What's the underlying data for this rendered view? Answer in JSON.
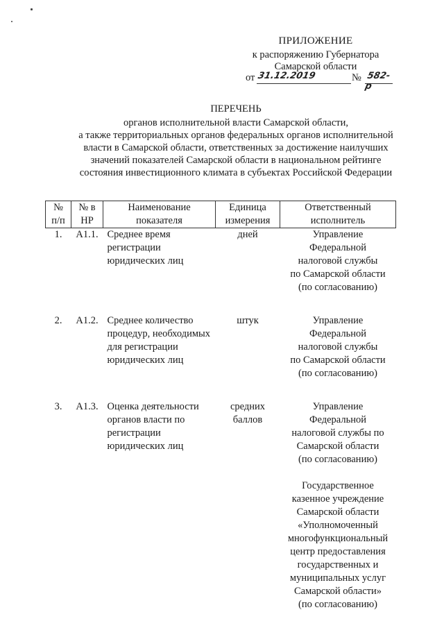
{
  "appendix": {
    "title": "ПРИЛОЖЕНИЕ",
    "line1": "к распоряжению Губернатора",
    "line2": "Самарской области",
    "from_label": "от",
    "date": "31.12.2019",
    "number_label": "№",
    "number": "582-р"
  },
  "heading": {
    "title": "ПЕРЕЧЕНЬ",
    "lines": [
      "органов исполнительной власти Самарской области,",
      "а также территориальных органов федеральных органов исполнительной",
      "власти в Самарской области, ответственных за достижение наилучших",
      "значений показателей Самарской области в национальном рейтинге",
      "состояния инвестиционного климата в субъектах Российской Федерации"
    ]
  },
  "table": {
    "headers": {
      "num": [
        "№",
        "п/п"
      ],
      "code": [
        "№ в",
        "НР"
      ],
      "name": [
        "Наименование",
        "показателя"
      ],
      "unit": [
        "Единица",
        "измерения"
      ],
      "executor": [
        "Ответственный",
        "исполнитель"
      ]
    },
    "rows": [
      {
        "num": "1.",
        "code": "А1.1.",
        "name": [
          "Среднее время",
          "регистрации",
          "юридических лиц"
        ],
        "unit": [
          "дней"
        ],
        "executors": [
          [
            "Управление",
            "Федеральной",
            "налоговой службы",
            "по Самарской области",
            "(по согласованию)"
          ]
        ]
      },
      {
        "num": "2.",
        "code": "А1.2.",
        "name": [
          "Среднее количество",
          "процедур, необходимых",
          "для регистрации",
          "юридических лиц"
        ],
        "unit": [
          "штук"
        ],
        "executors": [
          [
            "Управление",
            "Федеральной",
            "налоговой службы",
            "по Самарской области",
            "(по согласованию)"
          ]
        ]
      },
      {
        "num": "3.",
        "code": "А1.3.",
        "name": [
          "Оценка деятельности",
          "органов власти по",
          "регистрации",
          "юридических лиц"
        ],
        "unit": [
          "средних",
          "баллов"
        ],
        "executors": [
          [
            "Управление",
            "Федеральной",
            "налоговой службы по",
            "Самарской области",
            "(по согласованию)"
          ],
          [
            "Государственное",
            "казенное учреждение",
            "Самарской области",
            "«Уполномоченный",
            "многофункциональный",
            "центр предоставления",
            "государственных и",
            "муниципальных услуг",
            "Самарской области»",
            "(по согласованию)"
          ]
        ]
      }
    ]
  }
}
